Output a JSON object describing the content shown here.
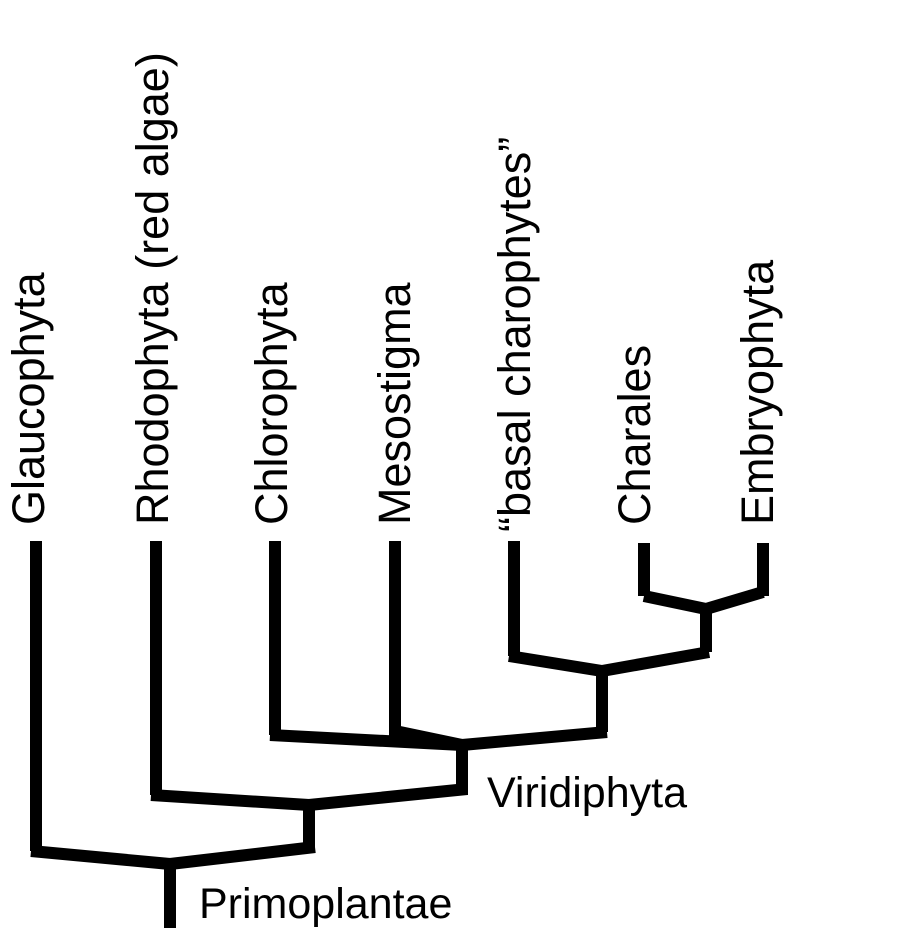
{
  "taxa": [
    {
      "id": "glaucophyta",
      "label": "Glaucophyta"
    },
    {
      "id": "rhodophyta",
      "label": "Rhodophyta (red algae)"
    },
    {
      "id": "chlorophyta",
      "label": "Chlorophyta"
    },
    {
      "id": "mesostigma",
      "label": "Mesostigma"
    },
    {
      "id": "basal-charophytes",
      "label": "“basal charophytes”"
    },
    {
      "id": "charales",
      "label": "Charales"
    },
    {
      "id": "embryophyta",
      "label": "Embryophyta"
    }
  ],
  "clades": [
    {
      "id": "viridiphyta",
      "label": "Viridiphyta"
    },
    {
      "id": "primoplantae",
      "label": "Primoplantae"
    }
  ],
  "colors": {
    "line": "#000000",
    "text": "#000000",
    "background": "#ffffff"
  }
}
